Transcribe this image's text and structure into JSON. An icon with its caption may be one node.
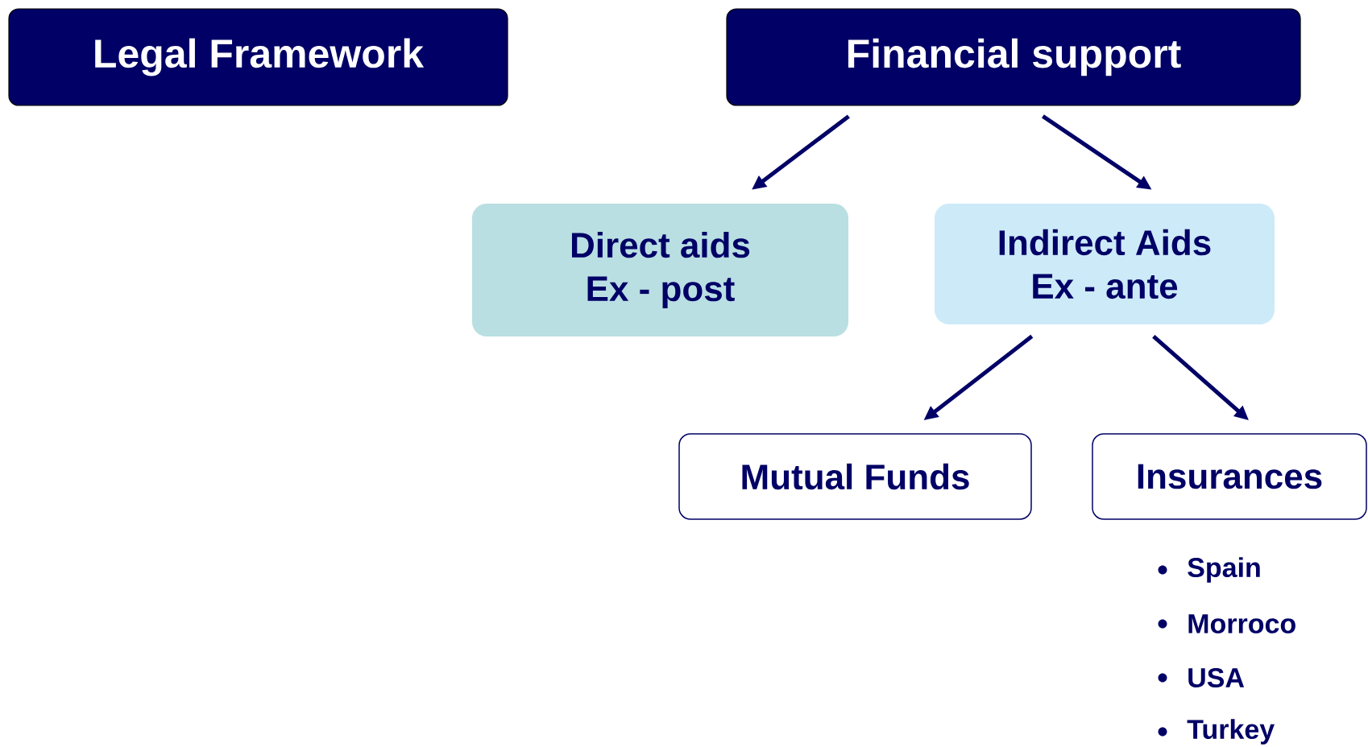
{
  "diagram": {
    "nodes": [
      {
        "text": [
          "Legal Framework"
        ]
      },
      {
        "text": [
          "Financial support"
        ]
      },
      {
        "text": [
          "Direct aids",
          "Ex - post"
        ]
      },
      {
        "text": [
          "Indirect Aids",
          "Ex - ante"
        ]
      },
      {
        "text": [
          "Mutual Funds"
        ]
      },
      {
        "text": [
          "Insurances"
        ],
        "beside": [
          "Spain",
          "Morroco",
          "USA",
          "Turkey"
        ]
      }
    ],
    "edges": [
      {
        "from": 1,
        "to": 2,
        "arrow": "to"
      },
      {
        "from": 1,
        "to": 3,
        "arrow": "to"
      },
      {
        "from": 3,
        "to": 4,
        "arrow": "to"
      },
      {
        "from": 3,
        "to": 5,
        "arrow": "to"
      }
    ]
  }
}
